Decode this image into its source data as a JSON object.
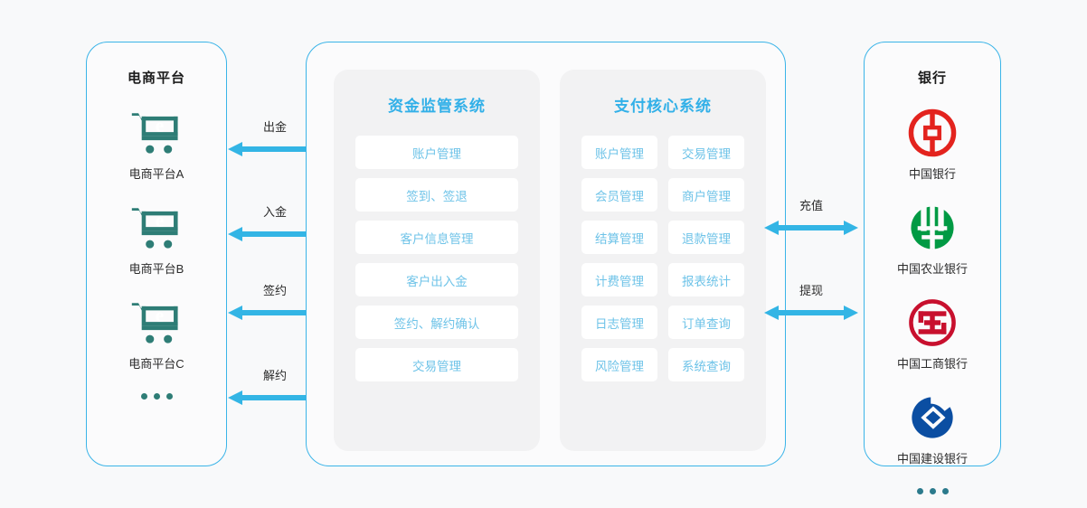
{
  "theme": {
    "page_bg": "#f8f9fa",
    "border_blue": "#3ab4e8",
    "arrow_blue": "#33b5e5",
    "heading_blue": "#32b0e8",
    "card_text_blue": "#6ec3e8",
    "cart_teal": "#2e7d76"
  },
  "ecommerce": {
    "title": "电商平台",
    "nodes": [
      {
        "label": "电商平台A",
        "icon": "shopping-cart-e-icon"
      },
      {
        "label": "电商平台B",
        "icon": "shopping-cart-e-icon"
      },
      {
        "label": "电商平台C",
        "icon": "shopping-cart-e-icon"
      }
    ],
    "more": "..."
  },
  "left_arrows": [
    {
      "label": "出金"
    },
    {
      "label": "入金"
    },
    {
      "label": "签约"
    },
    {
      "label": "解约"
    }
  ],
  "right_arrows": [
    {
      "label": "充值"
    },
    {
      "label": "提现"
    }
  ],
  "platform": {
    "columns": [
      {
        "title": "资金监管系统",
        "layout": "single",
        "cards": [
          "账户管理",
          "签到、签退",
          "客户信息管理",
          "客户出入金",
          "签约、解约确认",
          "交易管理"
        ]
      },
      {
        "title": "支付核心系统",
        "layout": "double",
        "cards": [
          "账户管理",
          "交易管理",
          "会员管理",
          "商户管理",
          "结算管理",
          "退款管理",
          "计费管理",
          "报表统计",
          "日志管理",
          "订单查询",
          "风险管理",
          "系统查询"
        ]
      }
    ]
  },
  "bank": {
    "title": "银行",
    "nodes": [
      {
        "label": "中国银行",
        "icon": "bank-of-china-logo",
        "color": "#e3231e"
      },
      {
        "label": "中国农业银行",
        "icon": "agricultural-bank-china-logo",
        "color": "#009a44"
      },
      {
        "label": "中国工商银行",
        "icon": "icbc-logo",
        "color": "#c8102e"
      },
      {
        "label": "中国建设银行",
        "icon": "ccb-logo",
        "color": "#0b4ea2"
      }
    ],
    "more": "..."
  }
}
